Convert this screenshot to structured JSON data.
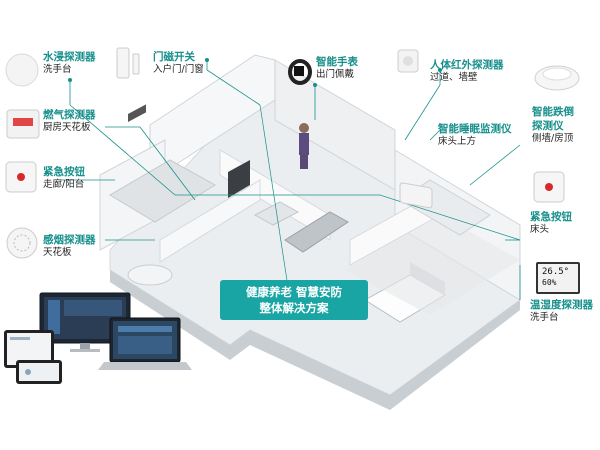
{
  "colors": {
    "accent": "#17908c",
    "banner": "#1aa5a5",
    "red_button": "#d62a2a"
  },
  "banner": {
    "line1": "健康养老 智慧安防",
    "line2": "整体解决方案"
  },
  "devices": {
    "water": {
      "title": "水浸探测器",
      "sub": "洗手台",
      "icon": "water-leak-sensor-icon"
    },
    "door": {
      "title": "门磁开关",
      "sub": "入户门/门窗",
      "icon": "door-contact-icon"
    },
    "watch": {
      "title": "智能手表",
      "sub": "出门佩戴",
      "icon": "smartwatch-icon"
    },
    "pir": {
      "title": "人体红外探测器",
      "sub": "过道、墙壁",
      "icon": "motion-sensor-icon"
    },
    "gas": {
      "title": "燃气探测器",
      "sub": "厨房天花板",
      "icon": "gas-detector-icon"
    },
    "sleep": {
      "title": "智能睡眠监测仪",
      "sub": "床头上方",
      "icon": "sleep-monitor-icon"
    },
    "fall_title1": "智能跌倒",
    "fall_title2": "探测仪",
    "fall_sub": "侧墙/房顶",
    "sos_left": {
      "title": "紧急按钮",
      "sub": "走廊/阳台",
      "icon": "emergency-button-icon"
    },
    "sos_right": {
      "title": "紧急按钮",
      "sub": "床头",
      "icon": "emergency-button-icon"
    },
    "smoke": {
      "title": "感烟探测器",
      "sub": "天花板",
      "icon": "smoke-detector-icon"
    },
    "thermo": {
      "title": "温湿度探测器",
      "sub": "洗手台",
      "icon": "thermo-hygrometer-icon",
      "temp": "26.5°",
      "hum": "60%"
    }
  }
}
